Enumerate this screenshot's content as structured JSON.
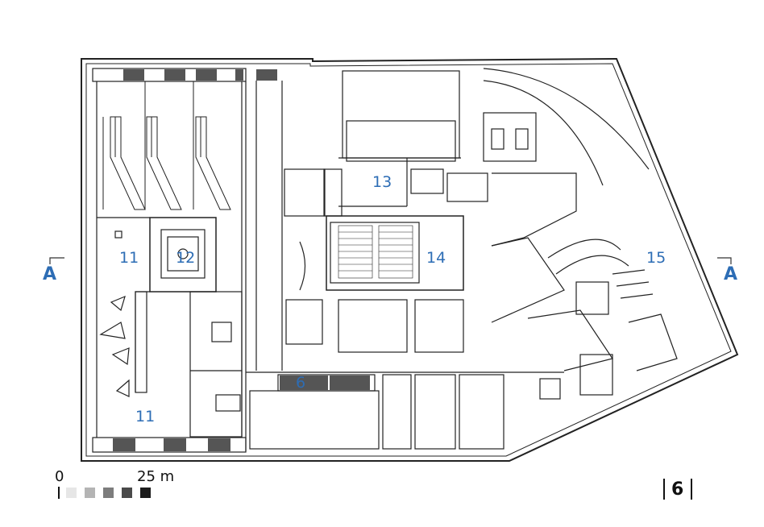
{
  "room_labels": {
    "r11_top": "11",
    "r12": "12",
    "r13": "13",
    "r14": "14",
    "r15": "15",
    "r6": "6",
    "r11_bottom": "11"
  },
  "section_markers": {
    "left": "A",
    "right": "A"
  },
  "scale_bar": {
    "start": "0",
    "end": "25 m",
    "shades": [
      "#e6e6e6",
      "#b4b4b4",
      "#7d7d7d",
      "#4a4a4a",
      "#1c1c1c"
    ]
  },
  "level_number": "6",
  "colors": {
    "label": "#2d6db5",
    "line": "#222222"
  }
}
